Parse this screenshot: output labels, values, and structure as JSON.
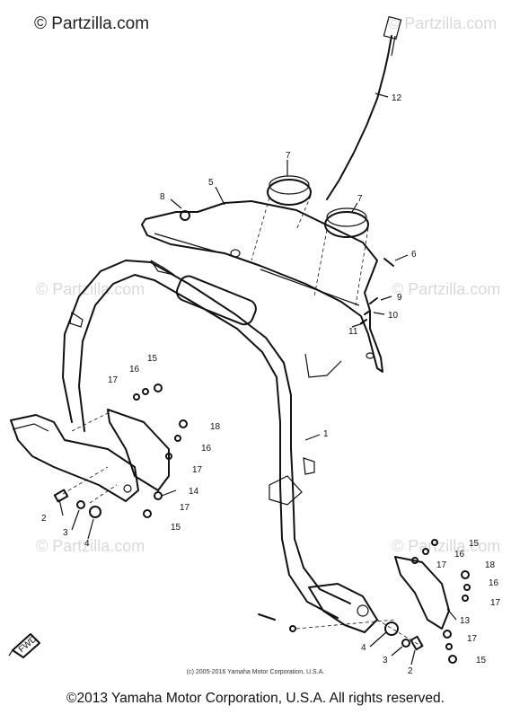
{
  "watermark": {
    "top": "© Partzilla.com",
    "faint": "© Partzilla.com"
  },
  "callouts": {
    "c1": "1",
    "c2a": "2",
    "c2b": "2",
    "c3a": "3",
    "c3b": "3",
    "c4a": "4",
    "c4b": "4",
    "c5": "5",
    "c6": "6",
    "c7a": "7",
    "c7b": "7",
    "c8": "8",
    "c9": "9",
    "c10": "10",
    "c11": "11",
    "c12": "12",
    "c13": "13",
    "c14": "14",
    "c15a": "15",
    "c15b": "15",
    "c15c": "15",
    "c15d": "15",
    "c16a": "16",
    "c16b": "16",
    "c16c": "16",
    "c16d": "16",
    "c17a": "17",
    "c17b": "17",
    "c17c": "17",
    "c17d": "17",
    "c17e": "17",
    "c17f": "17",
    "c18a": "18",
    "c18b": "18"
  },
  "fwd_label": "FWD",
  "mid_copyright": "(c) 2005-2016 Yamaha Motor Corporation, U.S.A.",
  "footer": "©2013 Yamaha Motor Corporation, U.S.A. All rights reserved."
}
